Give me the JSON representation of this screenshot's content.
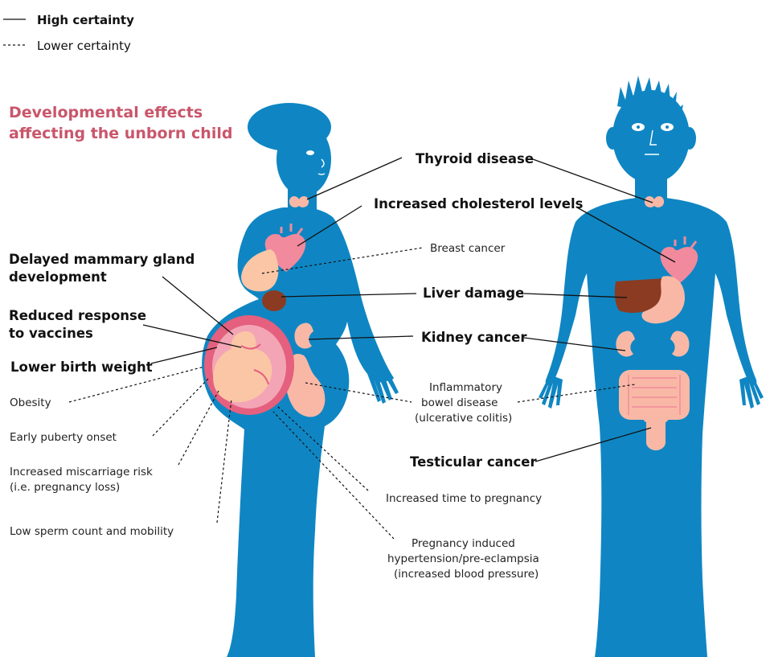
{
  "legend": {
    "high": "High certainty",
    "low": "Lower certainty"
  },
  "heading": {
    "line1": "Developmental effects",
    "line2": "affecting the unborn child"
  },
  "labels": {
    "thyroid": "Thyroid disease",
    "cholesterol": "Increased cholesterol levels",
    "breast_cancer": "Breast cancer",
    "mammary_1": "Delayed mammary gland",
    "mammary_2": "development",
    "liver": "Liver damage",
    "vaccines_1": "Reduced response",
    "vaccines_2": "to vaccines",
    "kidney": "Kidney cancer",
    "birth_weight": "Lower birth weight",
    "obesity": "Obesity",
    "ibd_1": "Inflammatory",
    "ibd_2": "bowel disease",
    "ibd_3": "(ulcerative colitis)",
    "puberty": "Early puberty onset",
    "testicular": "Testicular cancer",
    "miscarriage_1": "Increased miscarriage risk",
    "miscarriage_2": "(i.e. pregnancy loss)",
    "time_to_pregnancy": "Increased time to pregnancy",
    "sperm": "Low sperm count and mobility",
    "hypertension_1": "Pregnancy induced",
    "hypertension_2": "hypertension/pre-eclampsia",
    "hypertension_3": "(increased blood pressure)"
  },
  "colors": {
    "body": "#0f86c3",
    "heading": "#c9566b",
    "organ_pink": "#f08a9c",
    "organ_light": "#f9b8a6",
    "liver": "#8a3b22",
    "uterus": "#e4607e",
    "fetus": "#fbc6a6"
  }
}
